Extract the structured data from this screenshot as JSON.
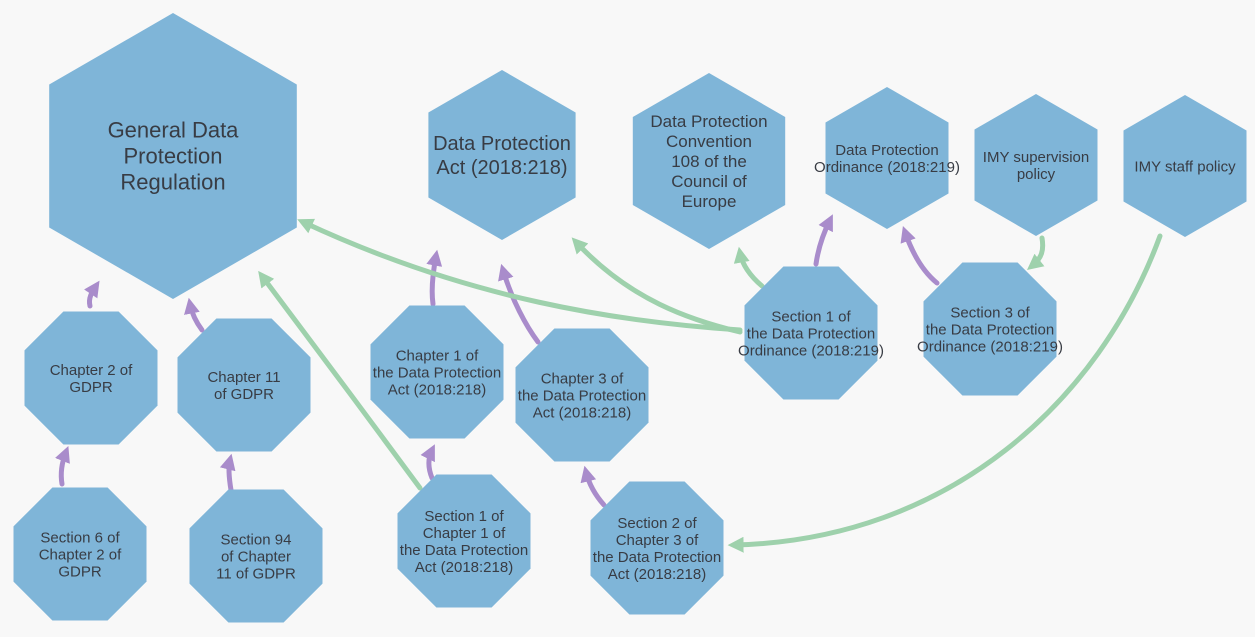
{
  "colors": {
    "background": "#f8f8f8",
    "node_fill": "#7fb5d8",
    "text": "#383c44",
    "edge_hierarchy": "#a98ccb",
    "edge_reference": "#9ed1ac"
  },
  "nodes": [
    {
      "id": "gdpr",
      "lines": [
        "General Data",
        "Protection",
        "Regulation"
      ]
    },
    {
      "id": "dpa",
      "lines": [
        "Data Protection",
        "Act (2018:218)"
      ]
    },
    {
      "id": "convention",
      "lines": [
        "Data Protection",
        "Convention",
        "108 of the",
        "Council of",
        "Europe"
      ]
    },
    {
      "id": "dpo",
      "lines": [
        "Data Protection",
        "Ordinance (2018:219)"
      ]
    },
    {
      "id": "imy-supervision",
      "lines": [
        "IMY supervision",
        "policy"
      ]
    },
    {
      "id": "imy-staff",
      "lines": [
        "IMY staff policy"
      ]
    },
    {
      "id": "ch2-gdpr",
      "lines": [
        "Chapter 2 of",
        "GDPR"
      ]
    },
    {
      "id": "ch11-gdpr",
      "lines": [
        "Chapter 11",
        "of GDPR"
      ]
    },
    {
      "id": "ch1-dpa",
      "lines": [
        "Chapter 1 of",
        "the Data Protection",
        "Act (2018:218)"
      ]
    },
    {
      "id": "ch3-dpa",
      "lines": [
        "Chapter 3 of",
        "the Data Protection",
        "Act (2018:218)"
      ]
    },
    {
      "id": "s1-dpo",
      "lines": [
        "Section 1 of",
        "the Data Protection",
        "Ordinance (2018:219)"
      ]
    },
    {
      "id": "s3-dpo",
      "lines": [
        "Section 3 of",
        "the Data Protection",
        "Ordinance (2018:219)"
      ]
    },
    {
      "id": "s6-ch2-gdpr",
      "lines": [
        "Section 6 of",
        "Chapter 2 of",
        "GDPR"
      ]
    },
    {
      "id": "s94-ch11-gdpr",
      "lines": [
        "Section 94",
        "of Chapter",
        "11 of GDPR"
      ]
    },
    {
      "id": "s1-ch1-dpa",
      "lines": [
        "Section 1 of",
        "Chapter 1 of",
        "the Data Protection",
        "Act (2018:218)"
      ]
    },
    {
      "id": "s2-ch3-dpa",
      "lines": [
        "Section 2 of",
        "Chapter 3 of",
        "the Data Protection",
        "Act (2018:218)"
      ]
    }
  ],
  "edges": [
    {
      "from": "ch2-gdpr",
      "to": "gdpr",
      "kind": "hierarchy"
    },
    {
      "from": "ch11-gdpr",
      "to": "gdpr",
      "kind": "hierarchy"
    },
    {
      "from": "s6-ch2-gdpr",
      "to": "ch2-gdpr",
      "kind": "hierarchy"
    },
    {
      "from": "s94-ch11-gdpr",
      "to": "ch11-gdpr",
      "kind": "hierarchy"
    },
    {
      "from": "ch1-dpa",
      "to": "dpa",
      "kind": "hierarchy"
    },
    {
      "from": "ch3-dpa",
      "to": "dpa",
      "kind": "hierarchy"
    },
    {
      "from": "s1-ch1-dpa",
      "to": "ch1-dpa",
      "kind": "hierarchy"
    },
    {
      "from": "s2-ch3-dpa",
      "to": "ch3-dpa",
      "kind": "hierarchy"
    },
    {
      "from": "s1-dpo",
      "to": "dpo",
      "kind": "hierarchy"
    },
    {
      "from": "s3-dpo",
      "to": "dpo",
      "kind": "hierarchy"
    },
    {
      "from": "s1-ch1-dpa",
      "to": "gdpr",
      "kind": "reference"
    },
    {
      "from": "s1-dpo",
      "to": "gdpr",
      "kind": "reference"
    },
    {
      "from": "s1-dpo",
      "to": "dpa",
      "kind": "reference"
    },
    {
      "from": "s1-dpo",
      "to": "convention",
      "kind": "reference"
    },
    {
      "from": "imy-supervision",
      "to": "s3-dpo",
      "kind": "reference"
    },
    {
      "from": "imy-staff",
      "to": "s2-ch3-dpa",
      "kind": "reference"
    }
  ]
}
